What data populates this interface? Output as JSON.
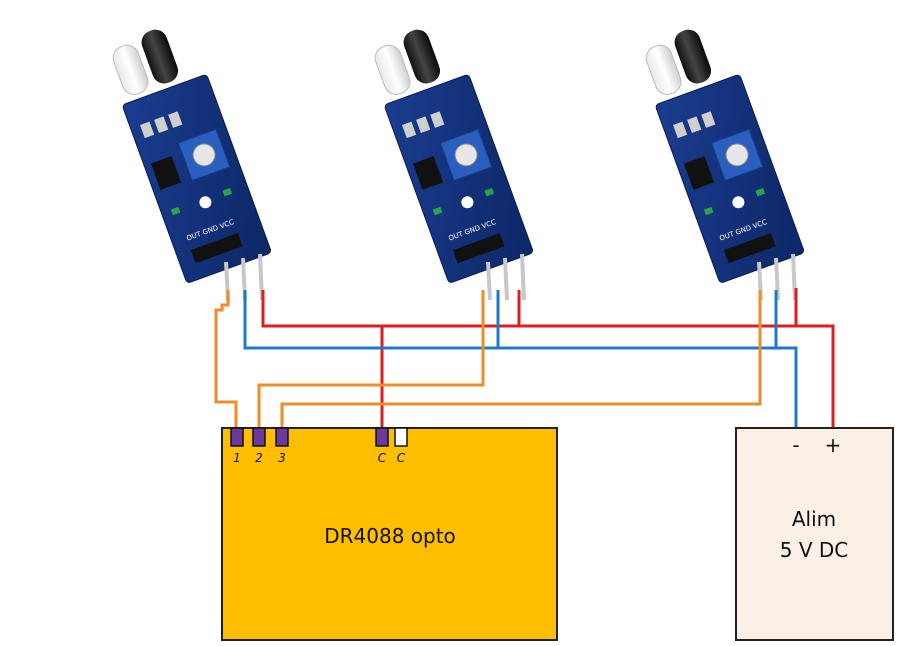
{
  "decoder_board": {
    "title": "DR4088 opto",
    "pin_labels": [
      "1",
      "2",
      "3",
      "C",
      "C"
    ],
    "color": "#FFBF00"
  },
  "power_supply": {
    "line1": "Alim",
    "line2": "5 V DC",
    "minus_label": "-",
    "plus_label": "+",
    "color": "#FAF0E6"
  },
  "sensors": [
    {
      "pin_labels": "OUT GND VCC"
    },
    {
      "pin_labels": "OUT GND VCC"
    },
    {
      "pin_labels": "OUT GND VCC"
    }
  ],
  "wire_colors": {
    "signal": "#F08C28",
    "ground": "#1F78C8",
    "vcc": "#DC1E1E"
  },
  "pin_colors": {
    "input": "#6A3A9C",
    "common_free": "#FFFFFF"
  }
}
